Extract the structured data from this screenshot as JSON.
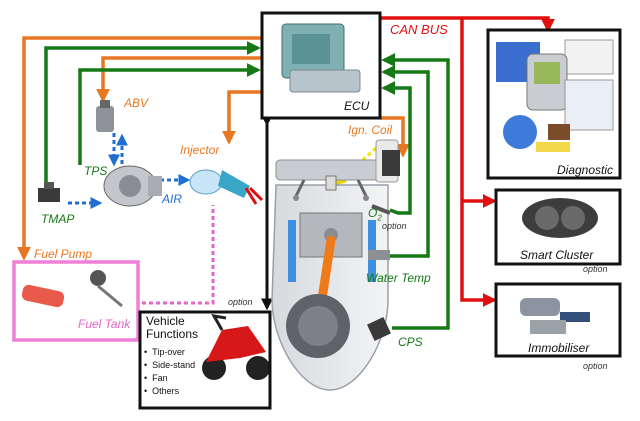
{
  "ecu": {
    "label": "ECU"
  },
  "bus": {
    "label": "CAN BUS"
  },
  "sensors": {
    "abv": "ABV",
    "tps": "TPS",
    "tmap": "TMAP",
    "air": "AIR",
    "injector": "Injector",
    "ign_coil": "Ign. Coil",
    "o2_main": "O",
    "o2_sub": "2",
    "o2_option": "option",
    "water_temp": "Water Temp",
    "cps": "CPS",
    "fuel_pump": "Fuel Pump",
    "fuel_tank": "Fuel Tank"
  },
  "vehicle_functions": {
    "option": "option",
    "title_line1": "Vehicle",
    "title_line2": "Functions",
    "items": [
      "Tip-over",
      "Side-stand",
      "Fan",
      "Others"
    ]
  },
  "peripherals": {
    "diagnostic": {
      "label": "Diagnostic"
    },
    "smart_cluster": {
      "label": "Smart Cluster",
      "option": "option"
    },
    "immobiliser": {
      "label": "Immobiliser",
      "option": "option"
    }
  },
  "colors": {
    "orange": "#e87722",
    "green": "#157a15",
    "blue": "#1f6fd1",
    "magenta": "#e066c8",
    "red": "#e01010",
    "yellow": "#f2e600"
  }
}
